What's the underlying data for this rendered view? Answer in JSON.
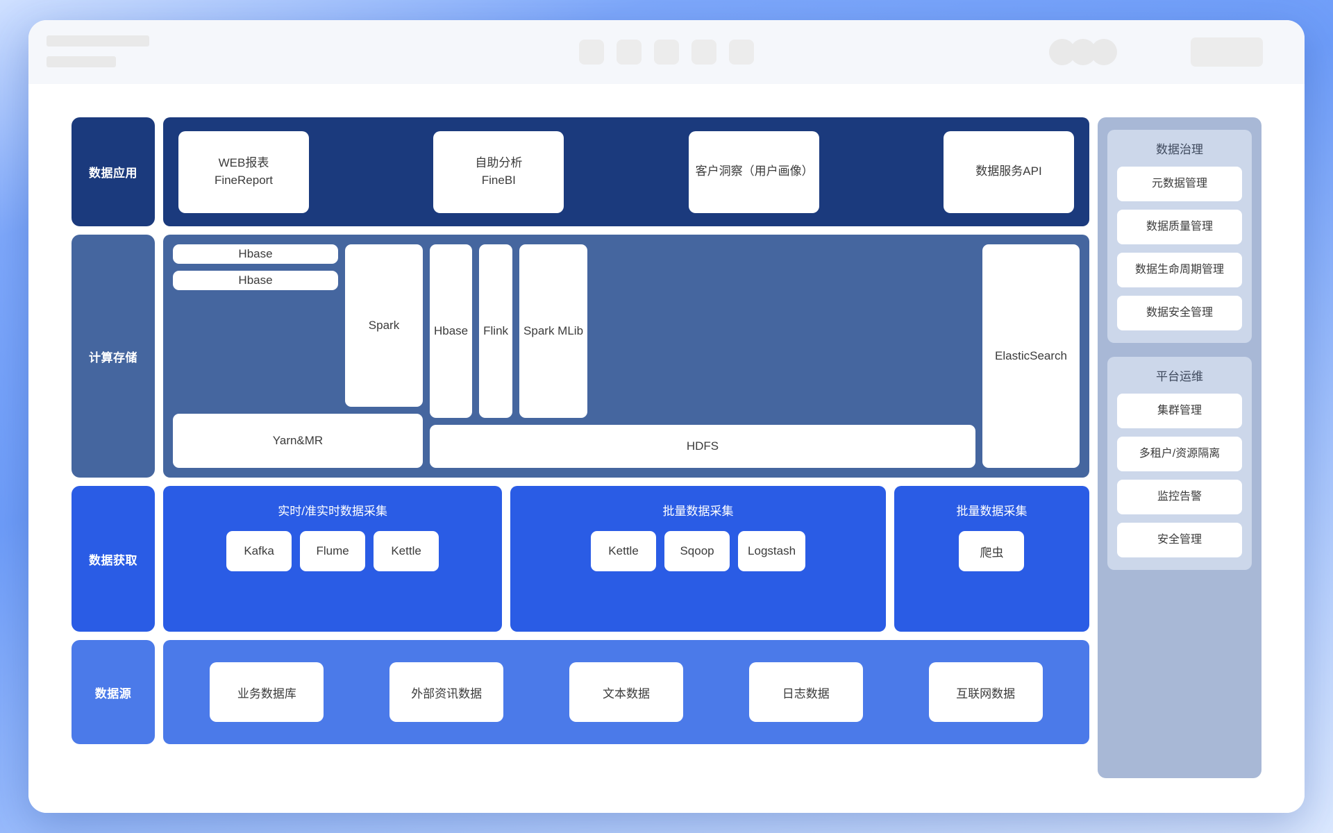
{
  "titlebar": {
    "placeholder_lines": [
      "",
      ""
    ],
    "center_chips": [
      "",
      "",
      "",
      "",
      ""
    ],
    "avatar_dots": [
      "",
      "",
      ""
    ],
    "right_pill": ""
  },
  "layers": [
    {
      "id": "data-application",
      "label": "数据应用",
      "color": "#1b3a7d",
      "cards": [
        "WEB报表\nFineReport",
        "自助分析\nFineBI",
        "客户洞察（用户画像）",
        "数据服务API"
      ]
    },
    {
      "id": "compute-storage",
      "label": "计算存储",
      "color": "#45669f",
      "stack_left": [
        "Hbase",
        "Hbase"
      ],
      "spark": "Spark",
      "yarn": "Yarn&MR",
      "mid": [
        "Hbase",
        "Flink",
        "Spark MLib"
      ],
      "hdfs": "HDFS",
      "right": "ElasticSearch"
    },
    {
      "id": "data-acquisition",
      "label": "数据获取",
      "color": "#2a5ce5",
      "groups": [
        {
          "title": "实时/准实时数据采集",
          "items": [
            "Kafka",
            "Flume",
            "Kettle"
          ]
        },
        {
          "title": "批量数据采集",
          "items": [
            "Kettle",
            "Sqoop",
            "Logstash"
          ]
        },
        {
          "title": "批量数据采集",
          "items": [
            "爬虫"
          ]
        }
      ]
    },
    {
      "id": "data-source",
      "label": "数据源",
      "color": "#4b7ae9",
      "cards": [
        "业务数据库",
        "外部资讯数据",
        "文本数据",
        "日志数据",
        "互联网数据"
      ]
    }
  ],
  "side_panels": [
    {
      "id": "data-governance",
      "title": "数据治理",
      "items": [
        "元数据管理",
        "数据质量管理",
        "数据生命周期管理",
        "数据安全管理"
      ]
    },
    {
      "id": "platform-ops",
      "title": "平台运维",
      "items": [
        "集群管理",
        "多租户/资源隔离",
        "监控告警",
        "安全管理"
      ]
    }
  ],
  "colors": {
    "layer1": "#1b3a7d",
    "layer2": "#45669f",
    "layer3": "#2a5ce5",
    "layer4": "#4b7ae9",
    "side_outer": "#a8b8d6",
    "side_panel": "#ccd7ea",
    "card": "#ffffff",
    "text": "#3b3b3b"
  }
}
